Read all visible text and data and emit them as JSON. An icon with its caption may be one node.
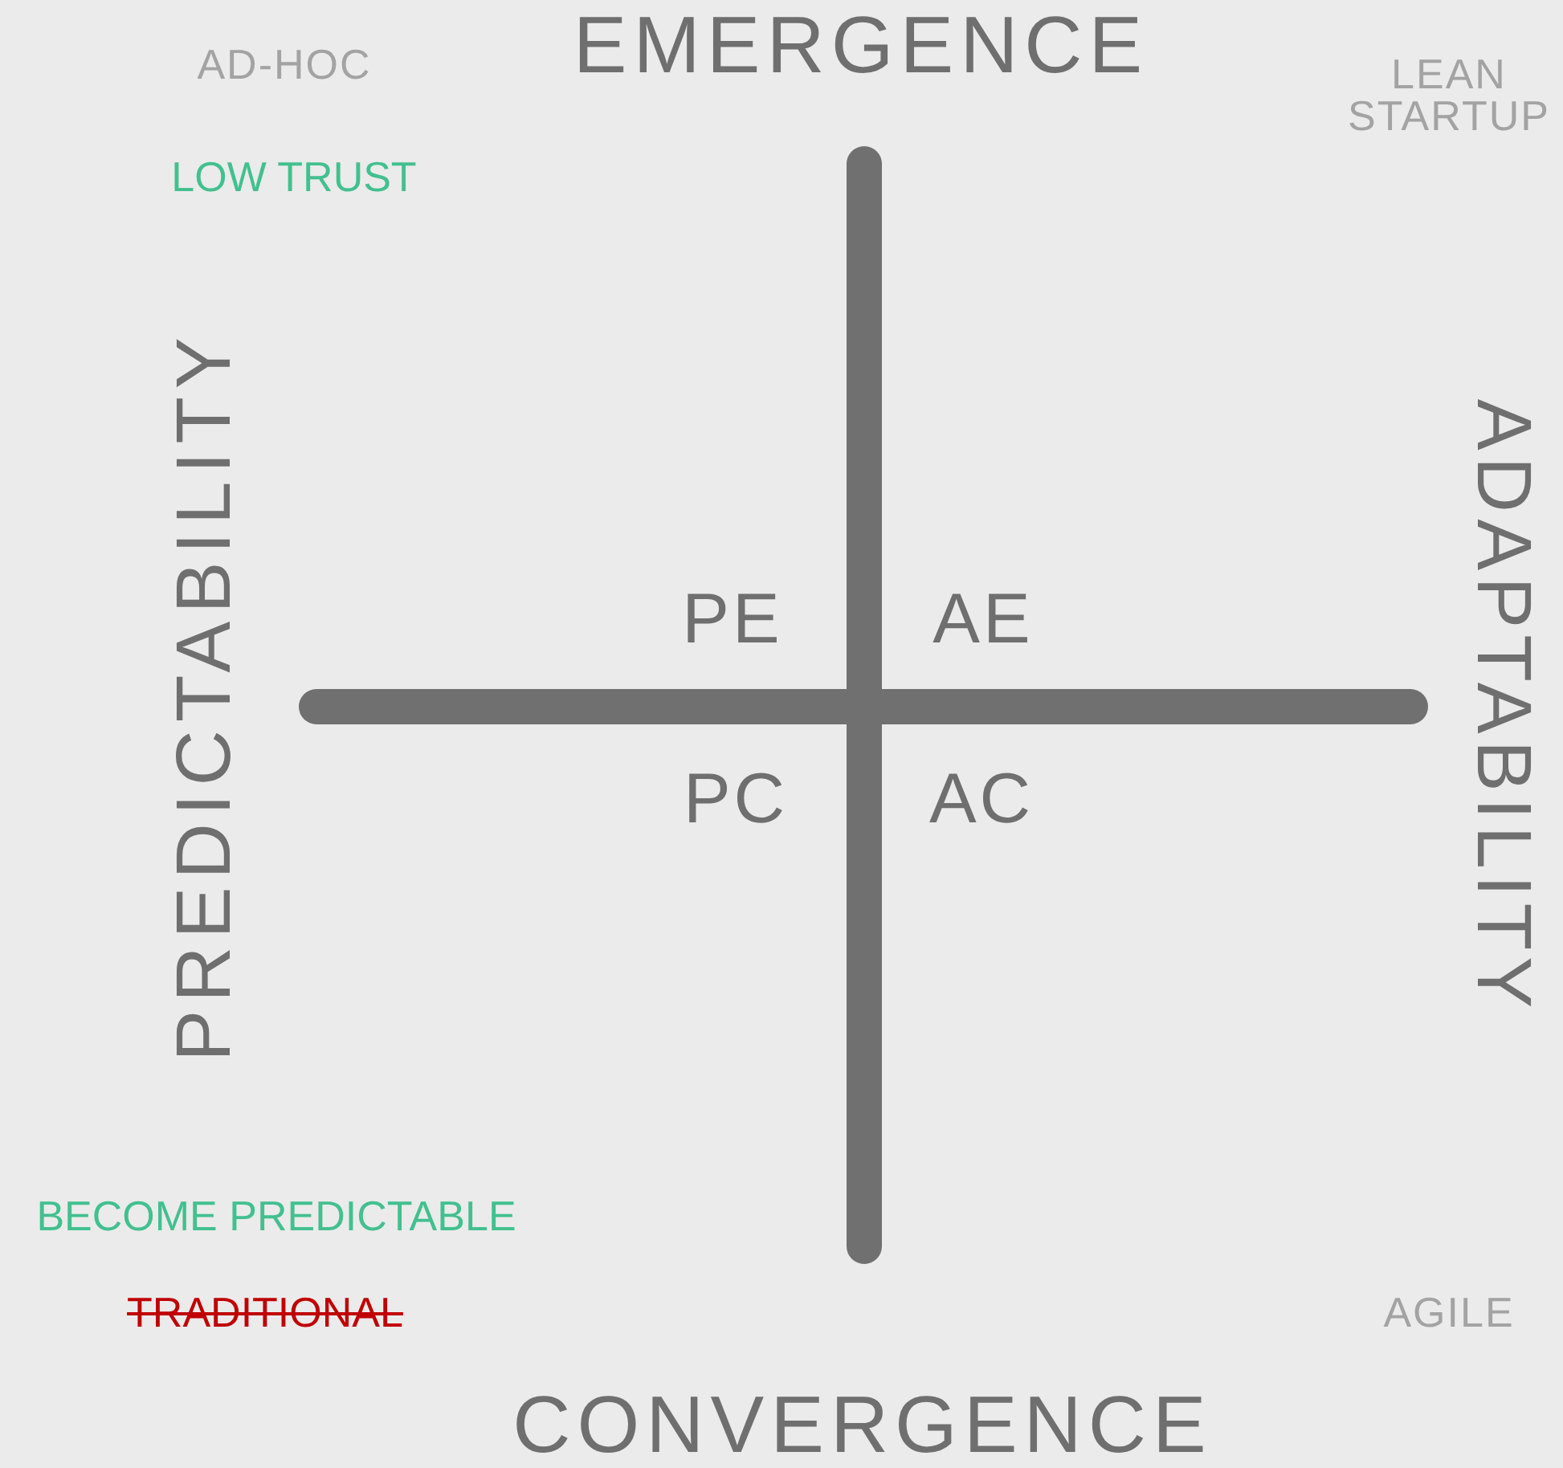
{
  "diagram": {
    "labels": [
      "AD-HOC",
      "EMERGENCE",
      "LEAN STARTUP",
      "LOW TRUST",
      "PREDICTABILITY",
      "PE",
      "AE",
      "ADAPTABILITY",
      "PC",
      "AC",
      "BECOME PREDICTABLE",
      "TRADITIONAL",
      "AGILE",
      "CONVERGENCE"
    ]
  }
}
